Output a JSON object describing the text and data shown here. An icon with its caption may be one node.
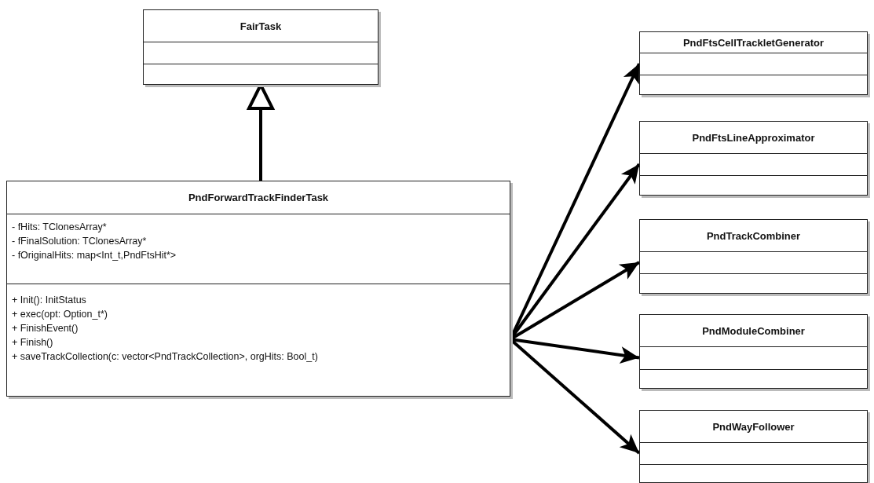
{
  "diagram": {
    "nodes": [
      {
        "text": [
          "FairTask"
        ]
      },
      {
        "text": [
          "PndForwardTrackFinderTask",
          "- fHits: TClonesArray*",
          "- fFinalSolution: TClonesArray*",
          "- fOriginalHits: map<Int_t,PndFtsHit*>",
          "+ Init(): InitStatus",
          "+ exec(opt: Option_t*)",
          "+ FinishEvent()",
          "+ Finish()",
          "+ saveTrackCollection(c: vector<PndTrackCollection>, orgHits: Bool_t)"
        ]
      },
      {
        "text": [
          "PndFtsCellTrackletGenerator"
        ]
      },
      {
        "text": [
          "PndFtsLineApproximator"
        ]
      },
      {
        "text": [
          "PndTrackCombiner"
        ]
      },
      {
        "text": [
          "PndModuleCombiner"
        ]
      },
      {
        "text": [
          "PndWayFollower"
        ]
      }
    ],
    "edges": [
      {
        "from": 1,
        "to": 0,
        "arrow": "to"
      },
      {
        "from": 1,
        "to": 2,
        "arrow": "to"
      },
      {
        "from": 1,
        "to": 3,
        "arrow": "to"
      },
      {
        "from": 1,
        "to": 4,
        "arrow": "to"
      },
      {
        "from": 1,
        "to": 5,
        "arrow": "to"
      },
      {
        "from": 1,
        "to": 6,
        "arrow": "to"
      }
    ]
  }
}
